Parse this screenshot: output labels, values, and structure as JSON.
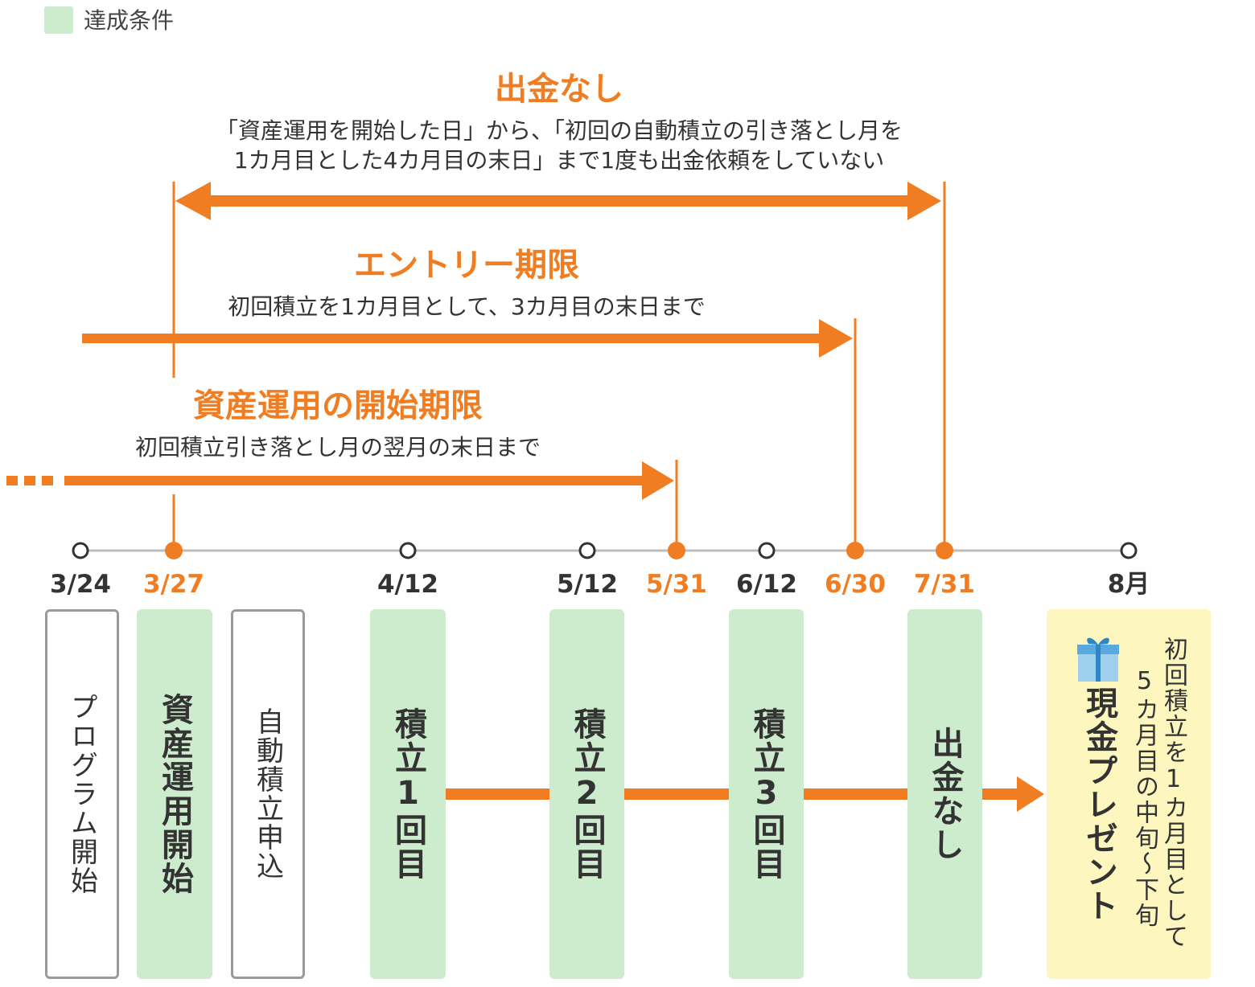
{
  "legend": {
    "label": "達成条件",
    "color": "#cdeccd"
  },
  "colors": {
    "accent": "#f07d21",
    "timeline": "#bdbdbd",
    "condition": "#cdeccd",
    "reward": "#fdf6bf"
  },
  "conditions": [
    {
      "title": "出金なし",
      "line1": "「資産運用を開始した日」から、「初回の自動積立の引き落とし月を",
      "line2": "1カ月目とした4カ月目の末日」まで1度も出金依頼をしていない"
    },
    {
      "title": "エントリー期限",
      "line1": "初回積立を1カ月目として、3カ月目の末日まで"
    },
    {
      "title": "資産運用の開始期限",
      "line1": "初回積立引き落とし月の翌月の末日まで"
    }
  ],
  "dates": [
    "3/24",
    "3/27",
    "4/12",
    "5/12",
    "5/31",
    "6/12",
    "6/30",
    "7/31",
    "8月"
  ],
  "steps": [
    "プログラム開始",
    "資産運用開始",
    "自動積立申込",
    "積立1回目",
    "積立2回目",
    "積立3回目",
    "出金なし"
  ],
  "reward": {
    "label": "現金プレゼント",
    "note_line1": "初回積立を1カ月目として",
    "note_line2": "5カ月目の中旬～下旬",
    "icon": "gift-icon"
  }
}
